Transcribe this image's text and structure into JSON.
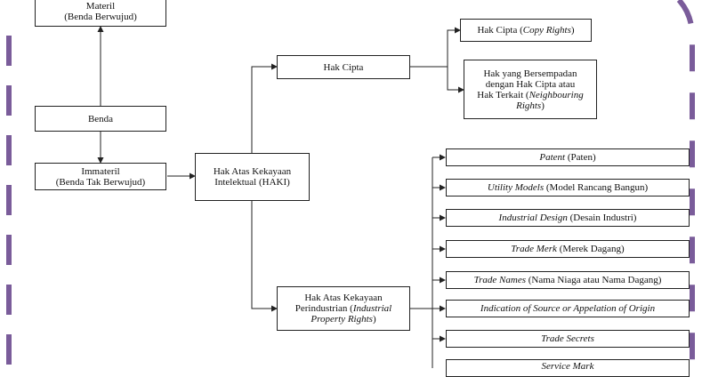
{
  "diagram": {
    "accent_color": "#7a5c9a",
    "nodes": {
      "materil": {
        "line1": "Materil",
        "line2": "(Benda Berwujud)"
      },
      "benda": {
        "label": "Benda"
      },
      "immateril": {
        "line1": "Immateril",
        "line2": "(Benda Tak Berwujud)"
      },
      "haki": {
        "line1": "Hak Atas Kekayaan",
        "line2": "Intelektual (HAKI)"
      },
      "hak_cipta": {
        "label": "Hak Cipta"
      },
      "hak_cipta_copyright": {
        "text": "Hak Cipta (",
        "italic": "Copy Rights",
        "tail": ")"
      },
      "hak_terkait": {
        "line1": "Hak yang Bersempadan",
        "line2": "dengan Hak Cipta atau",
        "line3_text": "Hak Terkait (",
        "line3_italic": "Neighbouring",
        "line4_italic": "Rights",
        "line4_tail": ")"
      },
      "hak_industri": {
        "line1": "Hak Atas Kekayaan",
        "line2_text": "Perindustrian (",
        "line2_italic": "Industrial",
        "line3_italic": "Property Rights",
        "line3_tail": ")"
      }
    },
    "industrial_items": [
      {
        "italic": "Patent",
        "text": " (Paten)"
      },
      {
        "italic": "Utility Models",
        "text": " (Model Rancang Bangun)"
      },
      {
        "italic": "Industrial Design",
        "text": " (Desain Industri)"
      },
      {
        "italic": "Trade Merk",
        "text": " (Merek Dagang)"
      },
      {
        "italic": "Trade Names",
        "text": " (Nama Niaga atau Nama Dagang)"
      },
      {
        "italic": "Indication of Source or Appelation of Origin",
        "text": ""
      },
      {
        "italic": "Trade Secrets",
        "text": ""
      },
      {
        "italic": "Service Mark",
        "text": ""
      }
    ]
  }
}
